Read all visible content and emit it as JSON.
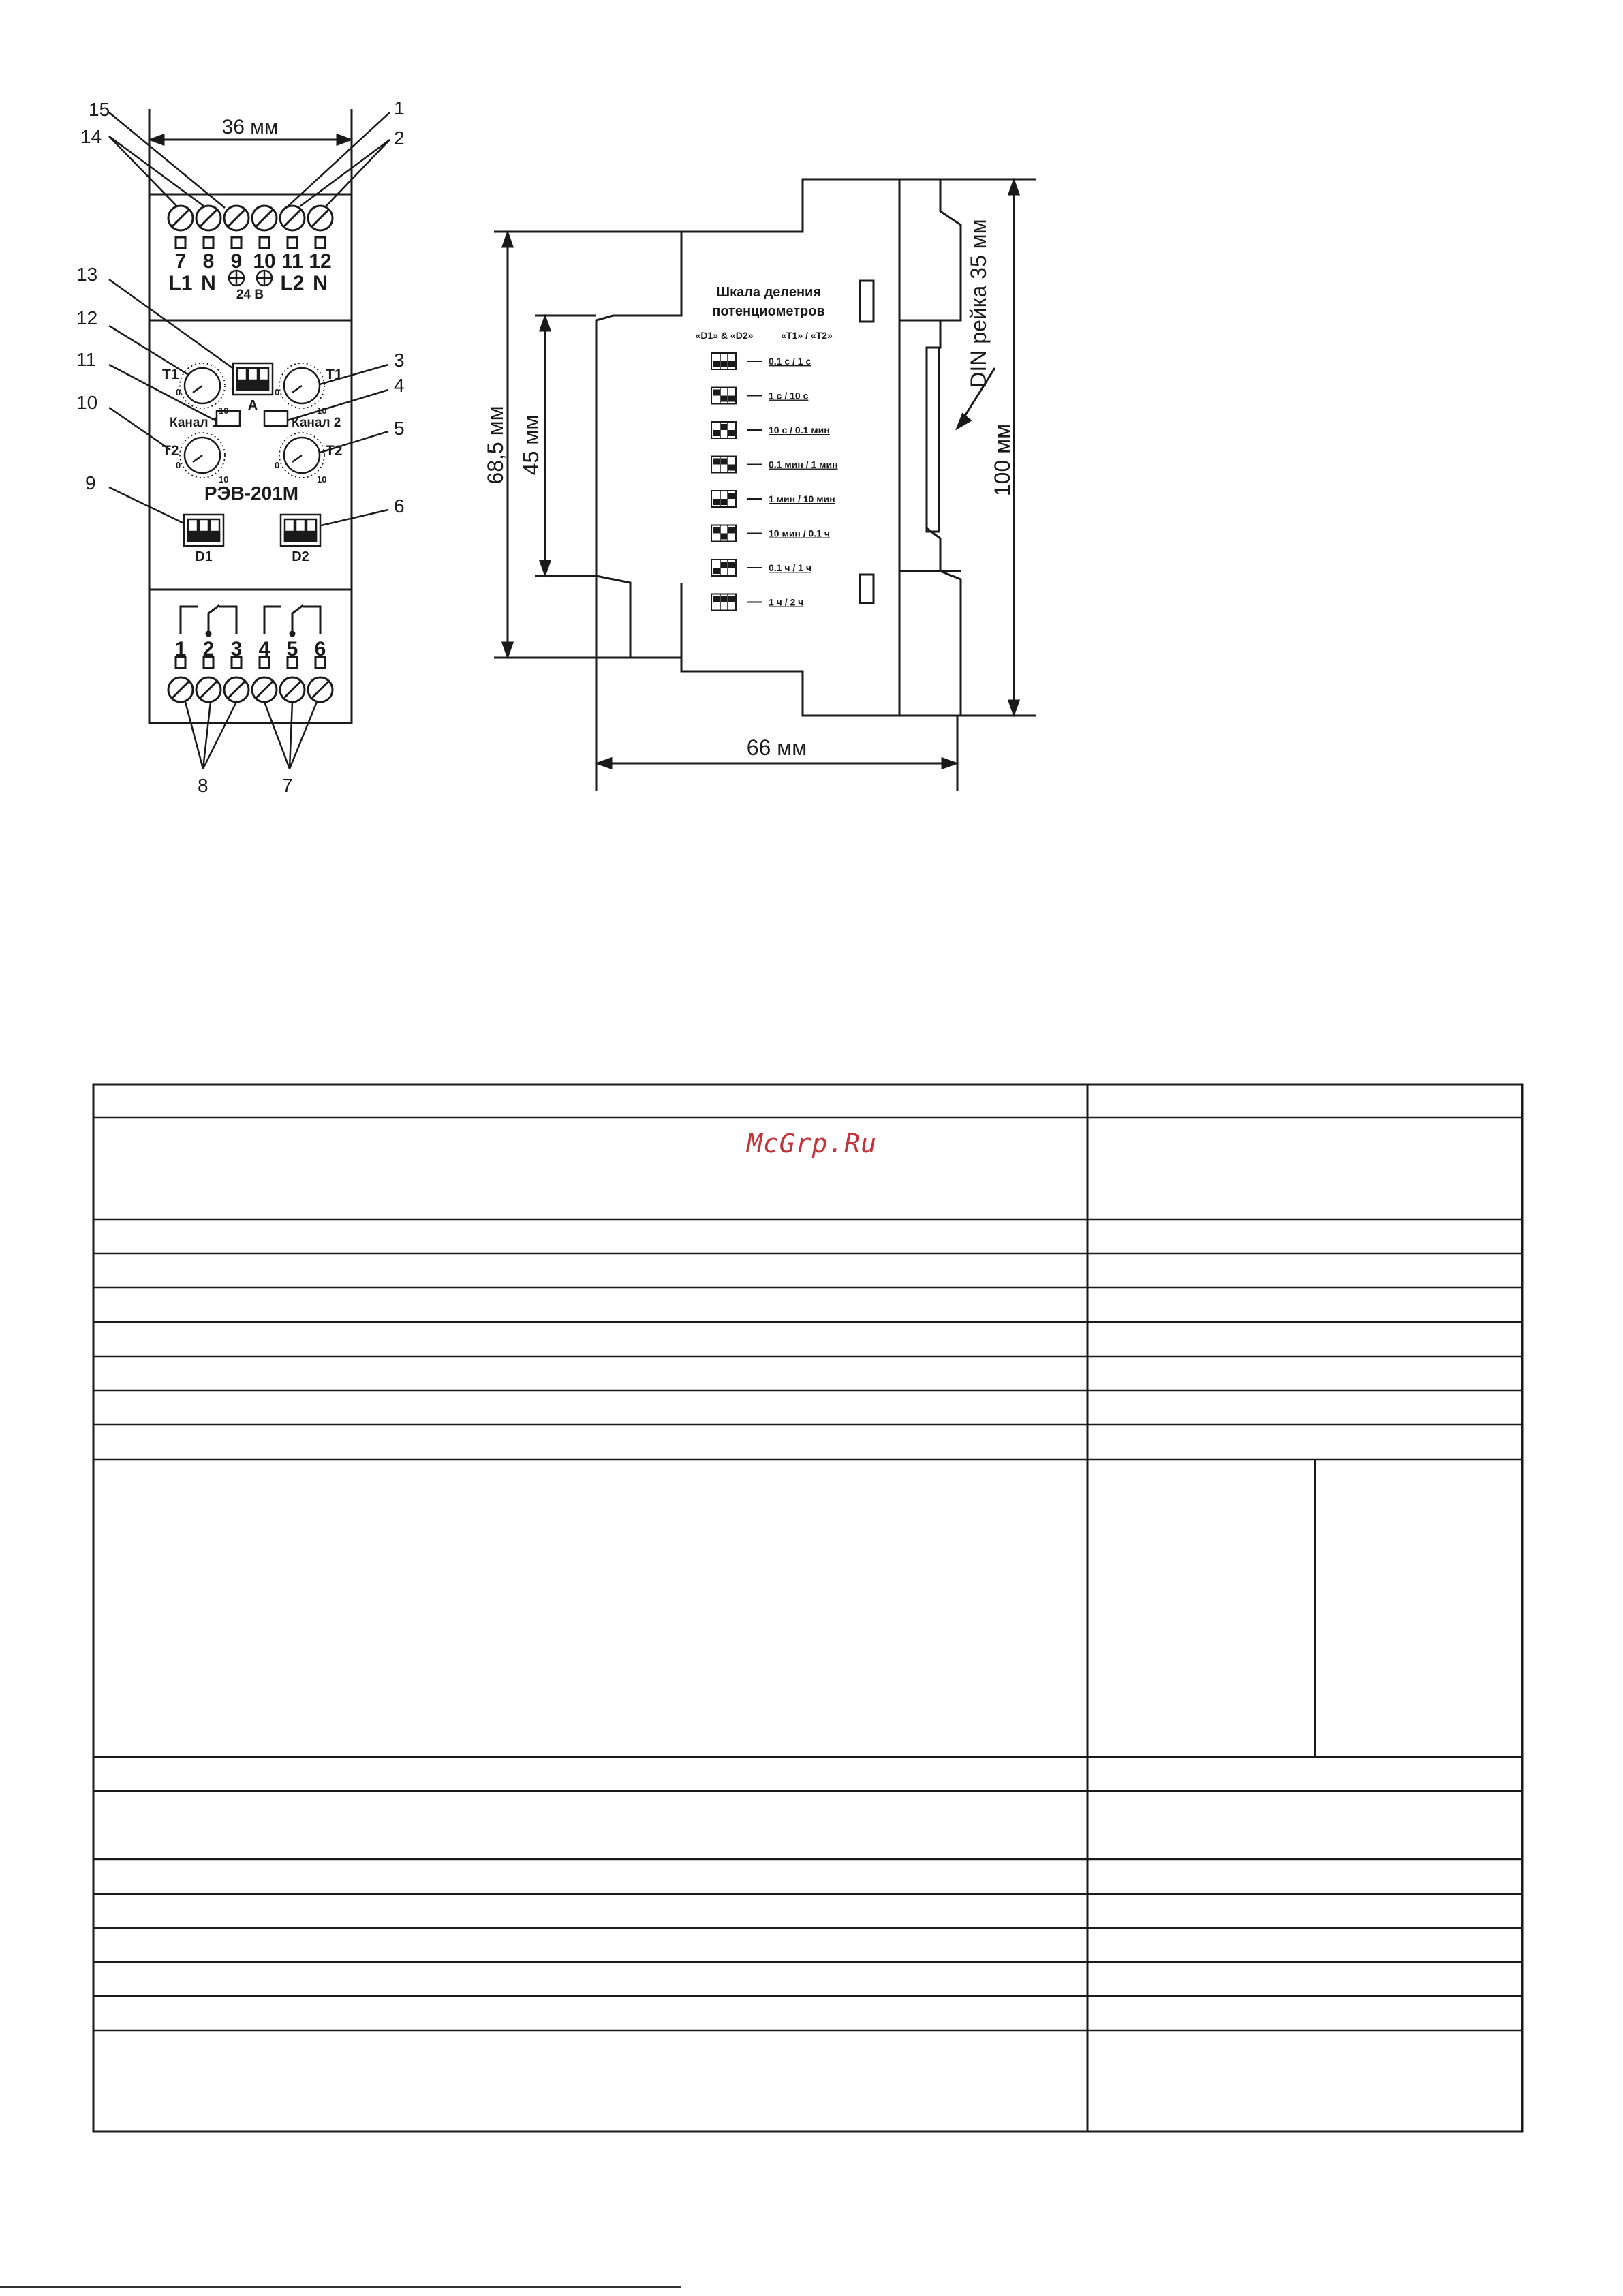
{
  "front_view": {
    "width_dim": "36 мм",
    "callouts_top": [
      "15",
      "14",
      "1",
      "2"
    ],
    "top_terminals": [
      "7",
      "8",
      "9",
      "10",
      "11",
      "12"
    ],
    "top_terminal_names": [
      "L1",
      "N",
      "L2",
      "N"
    ],
    "supply_label": "24 В",
    "device_name": "РЭВ-201М",
    "switch_A": "A",
    "knob_T1": "T1",
    "knob_T2": "T2",
    "channel_1": "Канал 1",
    "channel_2": "Канал 2",
    "scale_min": "0",
    "scale_max": "10",
    "switch_D1": "D1",
    "switch_D2": "D2",
    "bottom_terminals": [
      "1",
      "2",
      "3",
      "4",
      "5",
      "6"
    ],
    "callouts_left": [
      "13",
      "12",
      "11",
      "10",
      "9"
    ],
    "callouts_right": [
      "3",
      "4",
      "5",
      "6"
    ],
    "callouts_bottom": [
      "8",
      "7"
    ]
  },
  "side_view": {
    "dim_68": "68,5 мм",
    "dim_45": "45 мм",
    "dim_100": "100 мм",
    "dim_66": "66 мм",
    "din_label": "DIN рейка 35 мм",
    "scale_title_1": "Шкала деления",
    "scale_title_2": "потенциометров",
    "col_head_1": "«D1» & «D2»",
    "col_head_2": "«T1» / «T2»",
    "scale_rows": [
      {
        "pattern": "ddd",
        "label": "0.1 с   / 1 с"
      },
      {
        "pattern": "udd",
        "label": "1 с   / 10 с"
      },
      {
        "pattern": "dud",
        "label": "10 с   / 0.1 мин"
      },
      {
        "pattern": "uud",
        "label": "0.1 мин / 1 мин"
      },
      {
        "pattern": "ddu",
        "label": "1 мин / 10 мин"
      },
      {
        "pattern": "udu",
        "label": "10 мин / 0.1 ч"
      },
      {
        "pattern": "duu",
        "label": "0.1 ч / 1 ч"
      },
      {
        "pattern": "uuu",
        "label": "1 ч / 2 ч"
      }
    ]
  },
  "watermark": "McGrp.Ru"
}
